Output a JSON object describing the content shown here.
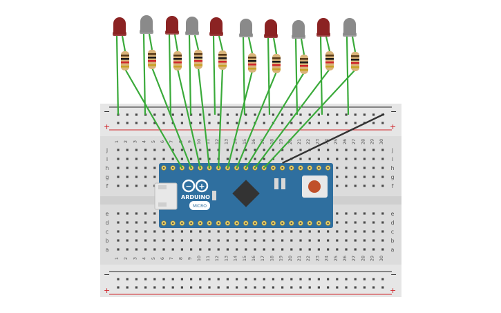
{
  "canvas": {
    "background": "#ffffff"
  },
  "breadboard": {
    "body_color": "#dcdcdc",
    "rail_red": "#d0252b",
    "rail_black": "#222222",
    "rail_plus_label": "+",
    "rail_minus_label": "−",
    "row_letters_top": [
      "j",
      "i",
      "h",
      "g",
      "f"
    ],
    "row_letters_bottom": [
      "e",
      "d",
      "c",
      "b",
      "a"
    ],
    "column_numbers": [
      "1",
      "2",
      "3",
      "4",
      "5",
      "6",
      "7",
      "8",
      "9",
      "10",
      "11",
      "12",
      "13",
      "14",
      "15",
      "16",
      "17",
      "18",
      "19",
      "20",
      "21",
      "22",
      "23",
      "24",
      "25",
      "26",
      "27",
      "28",
      "29",
      "30"
    ]
  },
  "arduino": {
    "board_color": "#2f6f9f",
    "brand_text": "ARDUINO",
    "model_text": "MICRO",
    "logo_minus": "−",
    "logo_plus": "+"
  },
  "leds": {
    "colors": [
      "red",
      "gray",
      "red",
      "gray",
      "red",
      "gray",
      "red",
      "gray",
      "red",
      "gray"
    ],
    "red_color": "#8b2323",
    "gray_color": "#8a8a8a"
  },
  "resistors": {
    "count": 10,
    "body_color": "#d9b47a"
  },
  "wires": {
    "led_wire_color": "#3aaa3a",
    "ground_wire_color": "#333333"
  }
}
